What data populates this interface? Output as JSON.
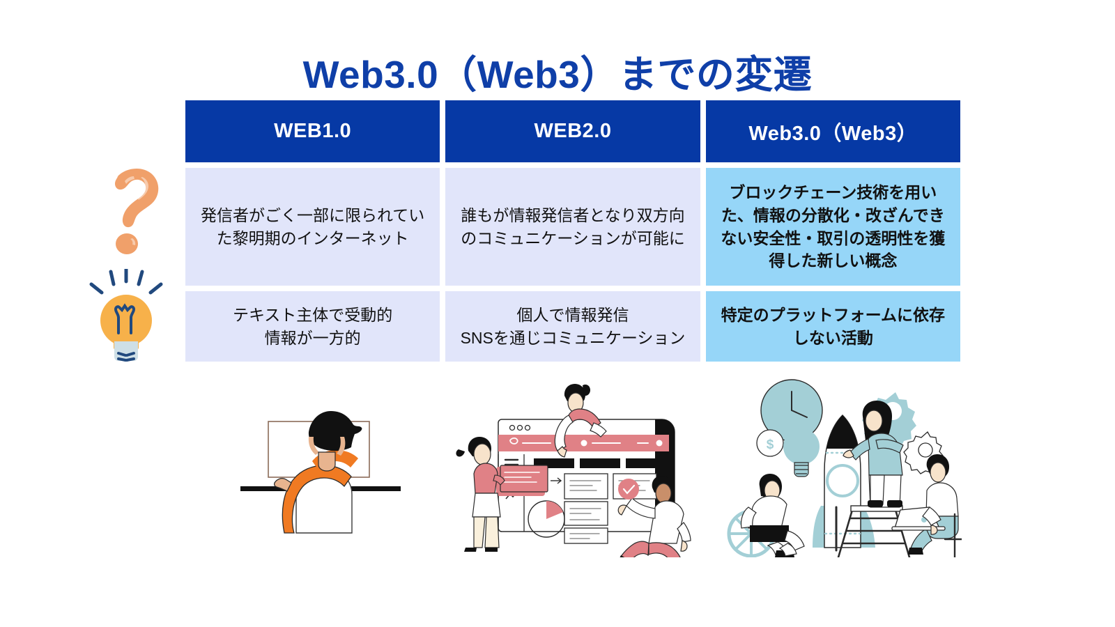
{
  "slide": {
    "title": "Web3.0（Web3）までの変遷",
    "title_color": "#0F3FA8",
    "background_color": "#FFFFFF"
  },
  "table": {
    "header_bg": "#0639A5",
    "header_text_color": "#FFFFFF",
    "cell_bg": "#E1E5FA",
    "accent_cell_bg": "#96D6F8",
    "columns": [
      "WEB1.0",
      "WEB2.0",
      "Web3.0（Web3）"
    ],
    "rows": [
      {
        "name": "description-row",
        "cells": [
          "発信者がごく一部に限られていた黎明期のインターネット",
          "誰もが情報発信者となり双方向のコミュニケーションが可能に",
          "ブロックチェーン技術を用いた、情報の分散化・改ざんできない安全性・取引の透明性を獲得した新しい概念"
        ]
      },
      {
        "name": "characteristics-row",
        "cells": [
          "テキスト主体で受動的\n情報が一方的",
          "個人で情報発信\nSNSを通じコミュニケーション",
          "特定のプラットフォームに依存しない活動"
        ]
      }
    ]
  },
  "decorations": {
    "question_mark": {
      "icon": "question-mark-icon",
      "color": "#F0A06A"
    },
    "lightbulb": {
      "icon": "lightbulb-icon",
      "bulb_color": "#F7B14A",
      "line_color": "#21497E",
      "base_color": "#CEDFE6"
    }
  },
  "illustrations": [
    {
      "name": "person-at-desktop-computer-illustration",
      "caption_column": "WEB1.0",
      "palette": {
        "accent": "#F07A22",
        "line": "#1A1A1A",
        "skin": "#E8B48F"
      }
    },
    {
      "name": "team-collaborating-on-web-dashboard-illustration",
      "caption_column": "WEB2.0",
      "palette": {
        "accent": "#E08186",
        "line": "#1A1A1A",
        "skin": "#F7E3CB"
      }
    },
    {
      "name": "startup-rocket-team-illustration",
      "caption_column": "Web3.0（Web3）",
      "palette": {
        "accent": "#A3CFD6",
        "line": "#1A1A1A",
        "skin": "#F7E3CB"
      }
    }
  ]
}
